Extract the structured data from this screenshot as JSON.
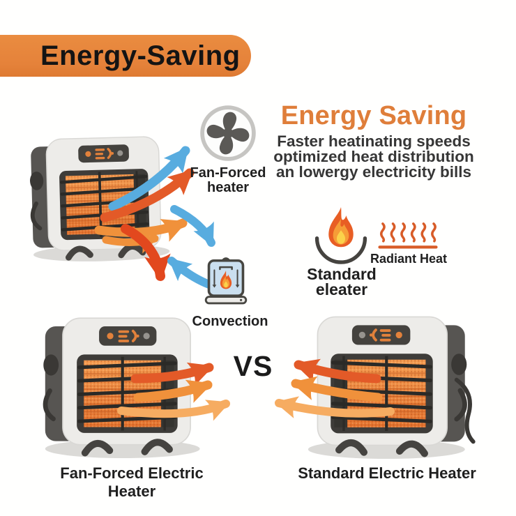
{
  "banner": {
    "title": "Energy-Saving"
  },
  "top_diagram": {
    "fan_label_line1": "Fan-Forced",
    "fan_label_line2": "heater",
    "convection_label": "Convection"
  },
  "benefits": {
    "heading": "Energy Saving",
    "lines": [
      "Faster heatinating speeds",
      "optimized heat distribution",
      "an lowergy electricity bills"
    ]
  },
  "heat_types": {
    "standard_line1": "Standard",
    "standard_line2": "eleater",
    "radiant_label": "Radiant Heat"
  },
  "comparison": {
    "vs_label": "VS",
    "left_heater_label": "Fan-Forced Electric Heater",
    "right_heater_label": "Standard Electric Heater"
  },
  "icons": {
    "fan": "fan-icon",
    "flame_bowl": "flame-bowl-icon",
    "radiant_heat": "radiant-heat-waves-icon",
    "convection": "convection-heater-icon",
    "heater_illustration": "electric-heater-illustration"
  },
  "colors": {
    "banner_orange": "#E8873D",
    "heading_orange": "#DF7E3A",
    "arrow_blue": "#58ACDF",
    "arrow_orange": "#F0913B",
    "arrow_red": "#E2481E",
    "text_dark": "#222222"
  }
}
